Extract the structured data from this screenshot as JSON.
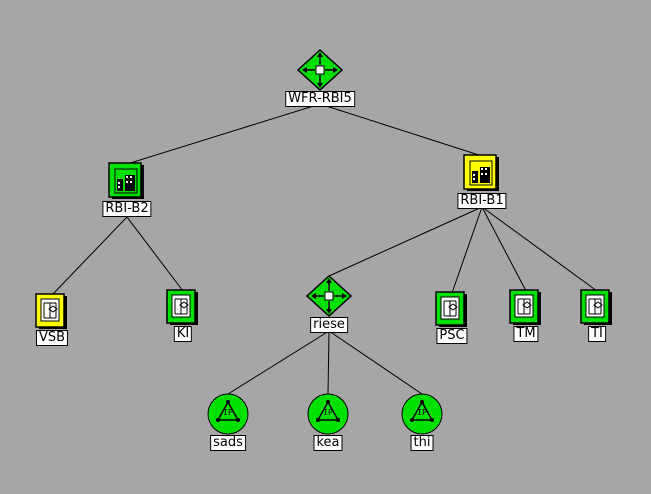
{
  "colors": {
    "background": "#a6a6a6",
    "ok": "#00e000",
    "warning": "#ffff00",
    "line": "#000000"
  },
  "nodes": [
    {
      "id": "wfr-rbi5",
      "label": "WFR-RBI5",
      "kind": "router",
      "status": "ok"
    },
    {
      "id": "rbi-b2",
      "label": "RBI-B2",
      "kind": "building",
      "status": "ok"
    },
    {
      "id": "rbi-b1",
      "label": "RBI-B1",
      "kind": "building",
      "status": "warning"
    },
    {
      "id": "vsb",
      "label": "VSB",
      "kind": "segment",
      "status": "warning"
    },
    {
      "id": "ki",
      "label": "KI",
      "kind": "segment",
      "status": "ok"
    },
    {
      "id": "riese",
      "label": "riese",
      "kind": "router",
      "status": "ok"
    },
    {
      "id": "psc",
      "label": "PSC",
      "kind": "segment",
      "status": "ok"
    },
    {
      "id": "tm",
      "label": "TM",
      "kind": "segment",
      "status": "ok"
    },
    {
      "id": "ti",
      "label": "TI",
      "kind": "segment",
      "status": "ok"
    },
    {
      "id": "sads",
      "label": "sads",
      "kind": "ip",
      "status": "ok"
    },
    {
      "id": "kea",
      "label": "kea",
      "kind": "ip",
      "status": "ok"
    },
    {
      "id": "thi",
      "label": "thi",
      "kind": "ip",
      "status": "ok"
    }
  ],
  "edges": [
    [
      "wfr-rbi5",
      "rbi-b2"
    ],
    [
      "wfr-rbi5",
      "rbi-b1"
    ],
    [
      "rbi-b2",
      "vsb"
    ],
    [
      "rbi-b2",
      "ki"
    ],
    [
      "rbi-b1",
      "riese"
    ],
    [
      "rbi-b1",
      "psc"
    ],
    [
      "rbi-b1",
      "tm"
    ],
    [
      "rbi-b1",
      "ti"
    ],
    [
      "riese",
      "sads"
    ],
    [
      "riese",
      "kea"
    ],
    [
      "riese",
      "thi"
    ]
  ],
  "ip_glyph": "IP"
}
